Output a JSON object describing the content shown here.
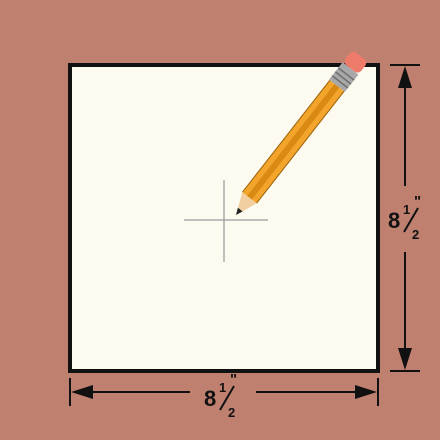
{
  "colors": {
    "background": "#c08070",
    "paper": "#fdfaef",
    "paper_border": "#111111",
    "pencil_body": "#f2a52a",
    "pencil_stripe": "#d98a12",
    "eraser": "#ee7a6a",
    "ferrule": "#a8a8a8",
    "wood": "#f2cfa0",
    "lead": "#222222",
    "crosshair": "#9a9a9a",
    "dimension": "#111111"
  },
  "dimensions": {
    "width": {
      "whole": "8",
      "fraction": "1/2",
      "unit": "\""
    },
    "height": {
      "whole": "8",
      "fraction": "1/2",
      "unit": "\""
    }
  },
  "icons": {
    "pencil": "pencil-icon",
    "crosshair": "crosshair-mark"
  }
}
